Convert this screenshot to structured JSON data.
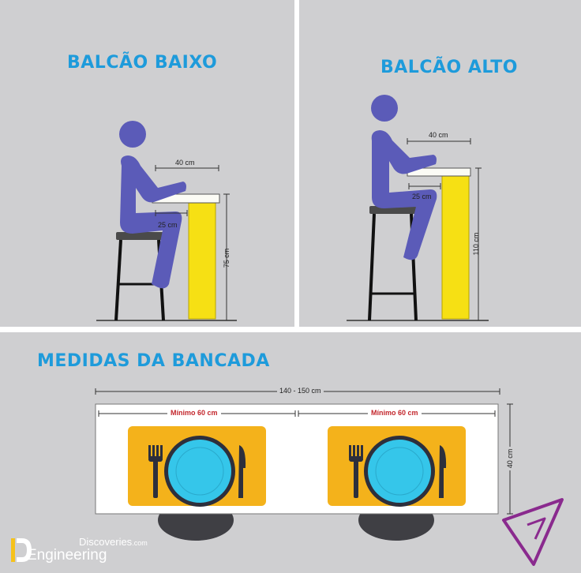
{
  "panels": {
    "low": {
      "title": "BALCÃO BAIXO",
      "dims": {
        "depth": "40 cm",
        "knee": "25 cm",
        "height": "75 cm"
      }
    },
    "high": {
      "title": "BALCÃO ALTO",
      "dims": {
        "depth": "40 cm",
        "knee": "25 cm",
        "height": "110 cm"
      }
    },
    "bench": {
      "title": "MEDIDAS DA BANCADA",
      "dims": {
        "length": "140 - 150 cm",
        "depth": "40 cm",
        "place_left": "Mínimo 60 cm",
        "place_right": "Mínimo 60 cm"
      }
    }
  },
  "colors": {
    "panel_bg": "#cfcfd1",
    "title_blue": "#1e9bdb",
    "person": "#5b5bb8",
    "counter_yellow": "#f6e014",
    "placemat": "#f4b21b",
    "plate": "#35c6ea",
    "red_label": "#c3262c"
  },
  "icons": [
    "fork-icon",
    "plate-icon",
    "knife-icon",
    "triangle-logo-icon",
    "discoveries-logo-icon"
  ],
  "watermark": {
    "top": "Discoveries",
    "suffix": ".com",
    "bottom": "Engineering"
  }
}
